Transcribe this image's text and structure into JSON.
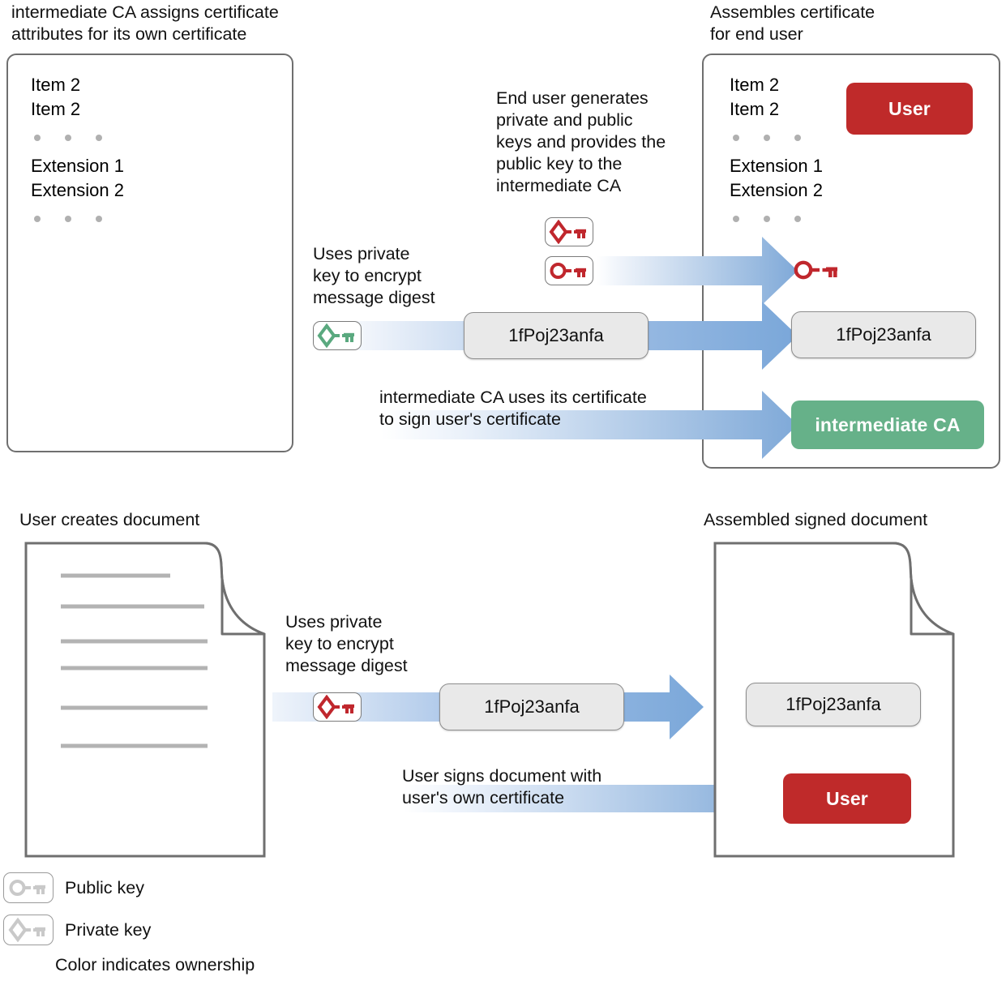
{
  "colors": {
    "user_red": "#bf2a2a",
    "ca_green": "#66b189",
    "arrow_blue": "#7aa7d9",
    "key_red": "#c0272d",
    "key_green": "#5aa97f",
    "key_gray": "#c9c9c9",
    "box_border": "#6f6f6f",
    "chip_fill": "#e9e9e9"
  },
  "top_section": {
    "left_caption": "intermediate CA assigns certificate\nattributes for its own certificate",
    "right_caption": "Assembles certificate\nfor end user",
    "left_cert": {
      "lines": [
        "Item 2",
        "Item 2"
      ],
      "extensions": [
        "Extension 1",
        "Extension 2"
      ],
      "dots_count": 3
    },
    "right_cert": {
      "lines": [
        "Item 2",
        "Item 2"
      ],
      "extensions": [
        "Extension 1",
        "Extension 2"
      ],
      "dots_count": 3,
      "user_badge": "User",
      "ca_badge": "intermediate CA",
      "digest": "1fPoj23anfa",
      "public_key_icon": "public-key-icon-red"
    },
    "note_end_user": "End user generates\nprivate and public\nkeys and provides the\npublic key to the\nintermediate CA",
    "note_uses_private": "Uses private\nkey to encrypt\nmessage digest",
    "note_sign": "intermediate CA uses its certificate\nto sign user's certificate",
    "digest_chip": "1fPoj23anfa",
    "keys": [
      {
        "name": "private-key-icon-red",
        "type": "private",
        "color": "red"
      },
      {
        "name": "public-key-icon-red",
        "type": "public",
        "color": "red"
      },
      {
        "name": "private-key-icon-green",
        "type": "private",
        "color": "green"
      }
    ]
  },
  "bottom_section": {
    "left_caption": "User creates document",
    "right_caption": "Assembled signed document",
    "note_uses_private": "Uses private\nkey to encrypt\nmessage digest",
    "note_sign": "User signs document with\nuser's own certificate",
    "digest_chip": "1fPoj23anfa",
    "doc_digest": "1fPoj23anfa",
    "user_badge": "User",
    "private_key_icon": "private-key-icon-red",
    "doc_text_lines": 6
  },
  "legend": {
    "items": [
      {
        "icon": "public-key-icon-gray",
        "label": "Public key"
      },
      {
        "icon": "private-key-icon-gray",
        "label": "Private key"
      }
    ],
    "footnote": "Color indicates ownership"
  }
}
